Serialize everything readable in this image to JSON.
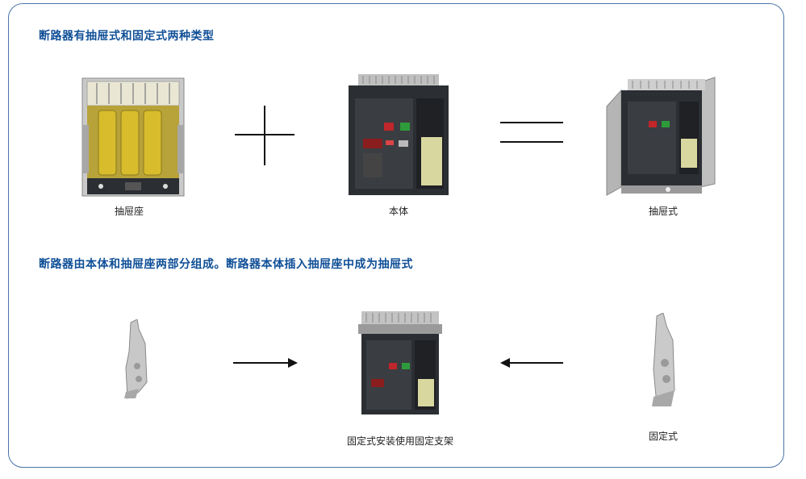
{
  "headings": {
    "types": "断路器有抽屉式和固定式两种类型",
    "composition": "断路器由本体和抽屉座两部分组成。断路器本体插入抽屉座中成为抽屉式"
  },
  "captions": {
    "drawer_base": "抽屉座",
    "body": "本体",
    "drawer_type": "抽屉式",
    "fixed_bracket": "固定式安装使用固定支架",
    "fixed_type": "固定式"
  },
  "colors": {
    "heading": "#0f4f97",
    "border": "#4a74a8",
    "breaker_dark": "#2b2e33",
    "drawer_yellow": "#d8bc2c"
  },
  "icons": {
    "plus": "plus-icon",
    "equals": "equals-icon",
    "arrow_right": "arrow-right-icon",
    "arrow_left": "arrow-left-icon"
  }
}
